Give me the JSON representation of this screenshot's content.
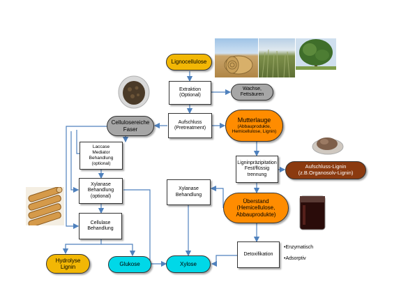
{
  "colors": {
    "yellow": "#F2B705",
    "orange": "#FF8C00",
    "grey": "#A6A6A6",
    "cyan": "#00D8E8",
    "dark_orange": "#8B3A0F",
    "arrow": "#4F81BD",
    "box_border": "#333333"
  },
  "nodes": {
    "lignocellulose": "Lignocellulose",
    "extraktion": "Extraktion\n(Optional)",
    "wachse": "Wachse,\nFettsäuren",
    "aufschluss": "Aufschluss\n(Pretreatment)",
    "mutterlauge_title": "Mutterlauge",
    "mutterlauge_sub": "(Abbauprodukte,\nHemicellulose, Lignin)",
    "cellulosereiche": "Cellulosereiche\nFaser",
    "laccase": "Laccase\nMediator\nBehandlung\n(optional)",
    "ligninpraezipitation": "Ligninpräzipitation\nFest/flüssig\ntrennung",
    "aufschluss_lignin": "Aufschluss-Lignin\n(z.B.Organosolv-Lignin)",
    "xylanase_optional": "Xylanase\nBehandlung\n(optional)",
    "xylanase": "Xylanase\nBehandlung",
    "ueberstand": "Überstand\n(Hemicellulose,\nAbbauprodukte)",
    "cellulase": "Cellulase\nBehandlung",
    "detoxifikation": "Detoxifikation",
    "hydrolyse_lignin": "Hydrolyse\nLignin",
    "glukose": "Glukose",
    "xylose": "Xylose"
  },
  "notes": {
    "enzymatisch": "•Enzymatisch",
    "adsorptiv": "•Adsorptiv"
  },
  "photos": [
    "straw-bale-photo",
    "grass-field-photo",
    "poplar-tree-photo",
    "fiber-dish-photo",
    "lignin-powder-photo",
    "wood-logs-photo",
    "dark-liquid-jar-photo"
  ]
}
